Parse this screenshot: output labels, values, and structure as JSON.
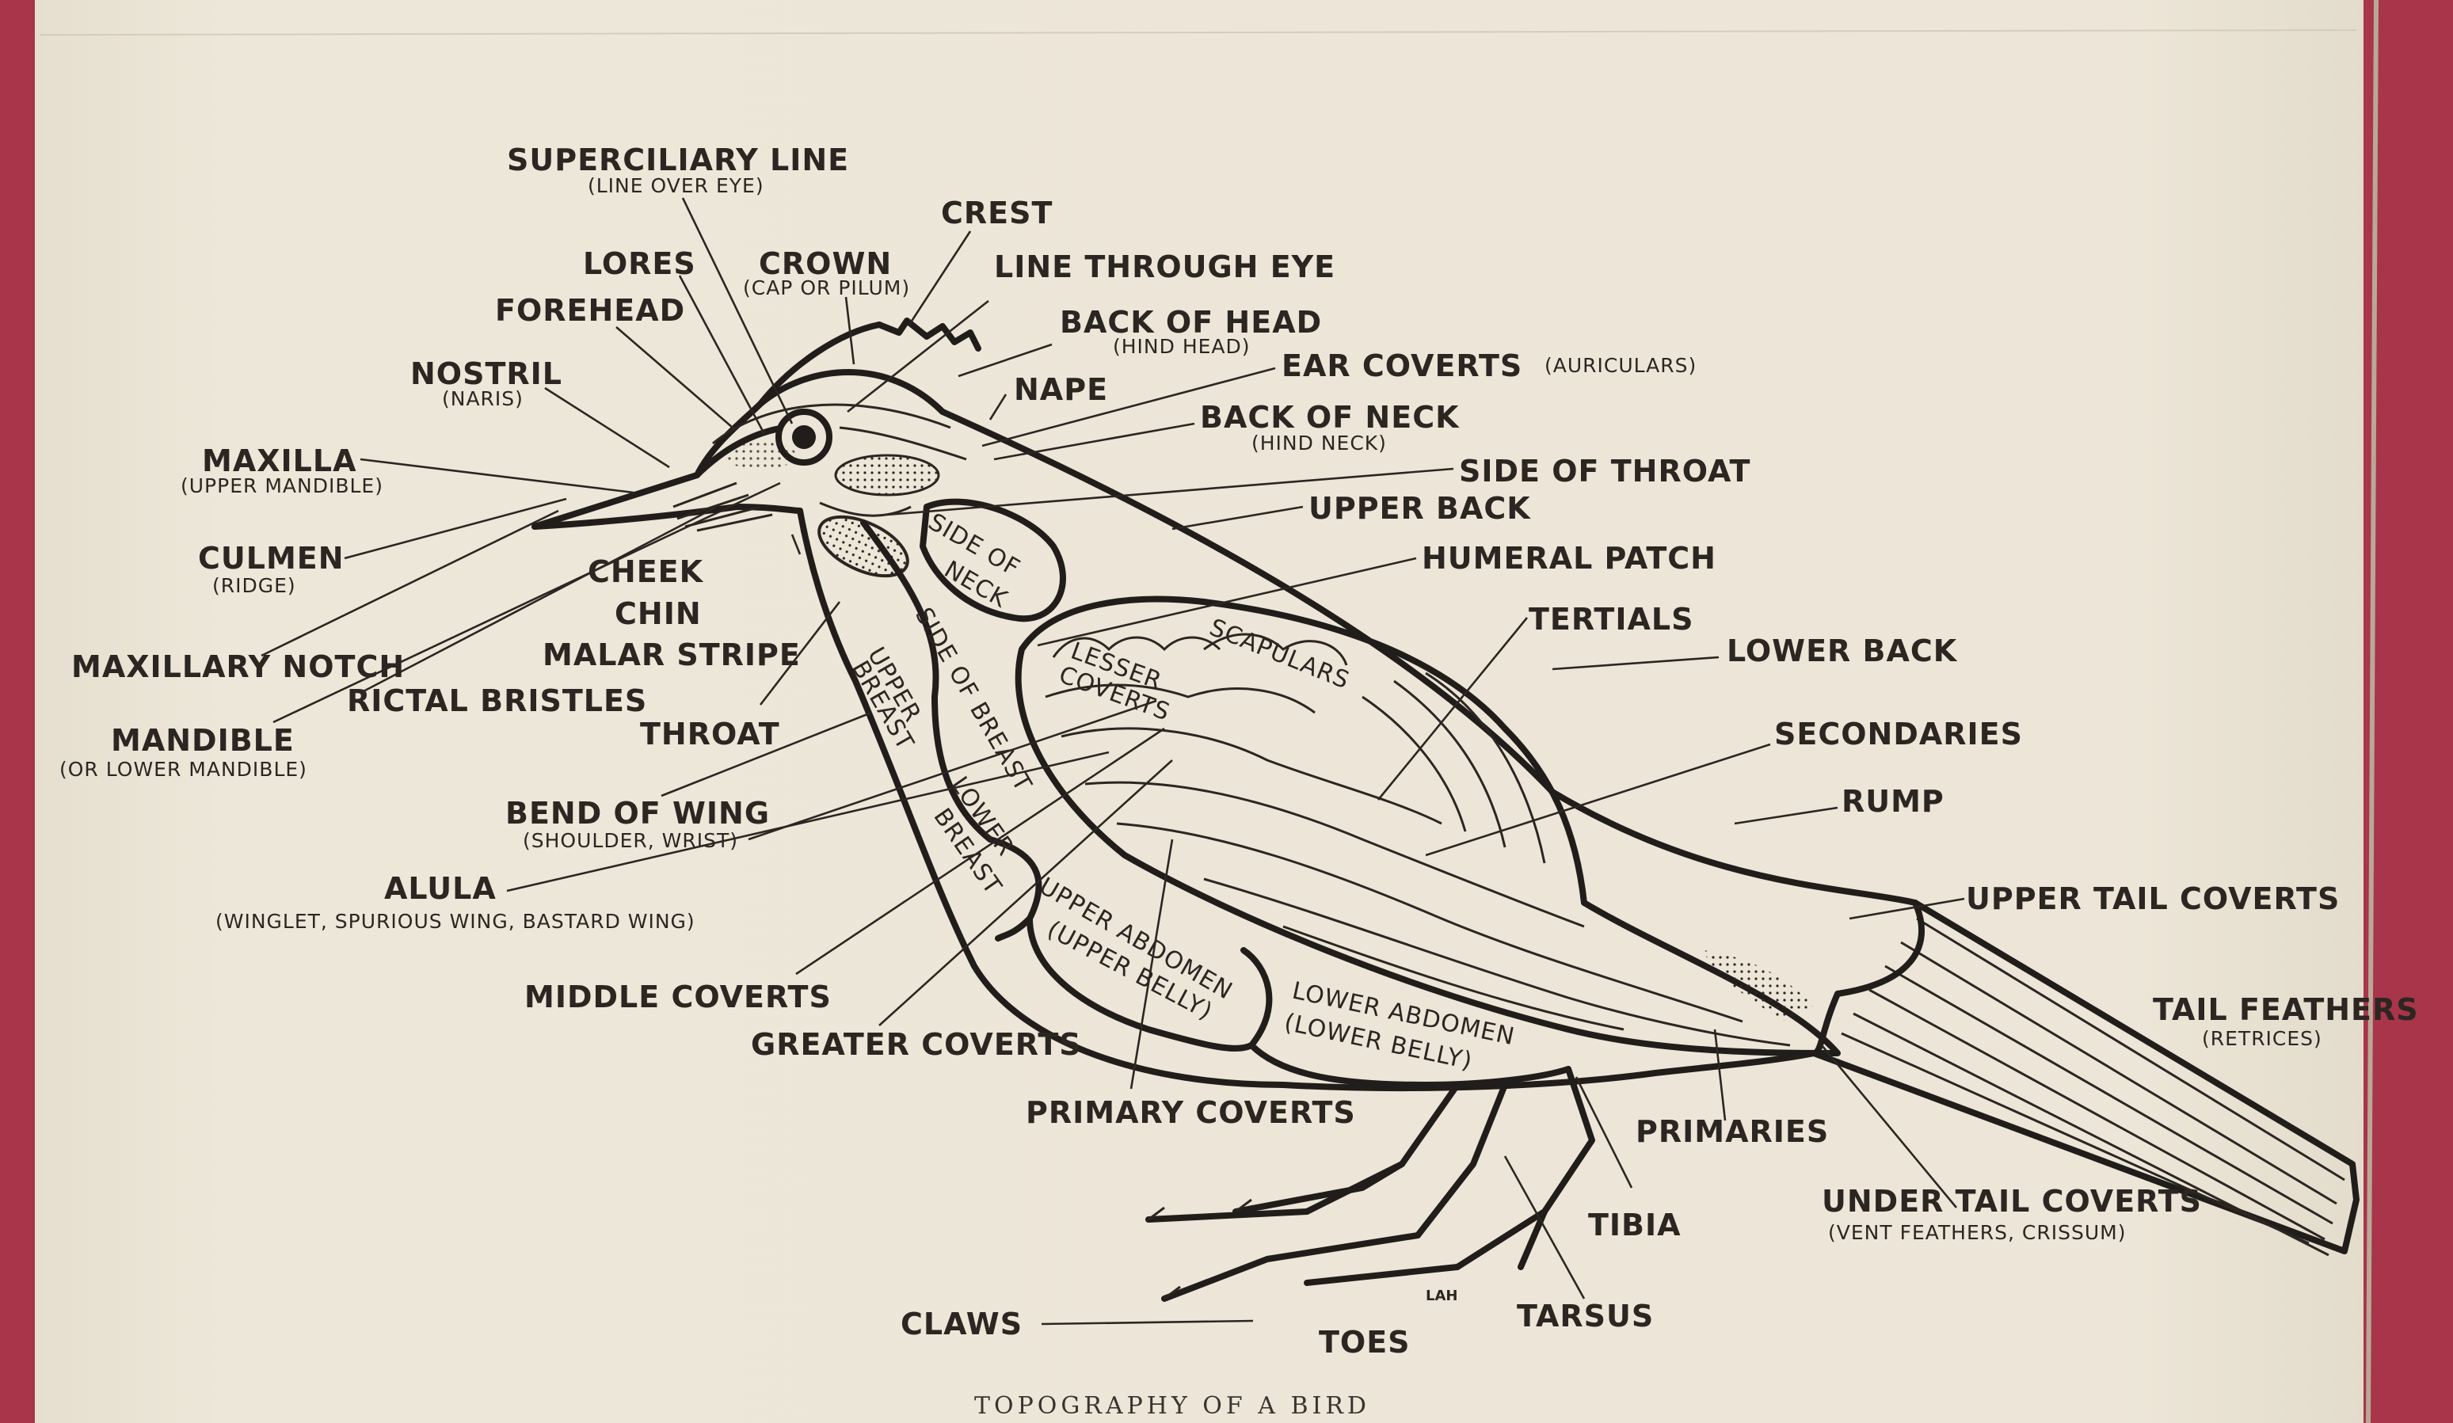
{
  "caption": "TOPOGRAPHY OF A BIRD",
  "signature": "LAH",
  "labels": {
    "superciliary_line": "SUPERCILIARY LINE",
    "superciliary_line_note": "(LINE OVER EYE)",
    "crest": "CREST",
    "lores": "LORES",
    "crown": "CROWN",
    "crown_note": "(CAP OR PILUM)",
    "line_through_eye": "LINE THROUGH EYE",
    "forehead": "FOREHEAD",
    "back_of_head": "BACK OF HEAD",
    "back_of_head_note": "(HIND HEAD)",
    "nostril": "NOSTRIL",
    "nostril_note": "(NARIS)",
    "ear_coverts": "EAR COVERTS",
    "ear_coverts_note": "(AURICULARS)",
    "nape": "NAPE",
    "back_of_neck": "BACK OF NECK",
    "back_of_neck_note": "(HIND NECK)",
    "maxilla": "MAXILLA",
    "maxilla_note": "(UPPER MANDIBLE)",
    "side_of_throat": "SIDE OF THROAT",
    "upper_back": "UPPER BACK",
    "culmen": "CULMEN",
    "culmen_note": "(RIDGE)",
    "cheek": "CHEEK",
    "humeral_patch": "HUMERAL PATCH",
    "chin": "CHIN",
    "tertials": "TERTIALS",
    "lower_back": "LOWER BACK",
    "maxillary_notch": "MAXILLARY NOTCH",
    "malar_stripe": "MALAR STRIPE",
    "rictal_bristles": "RICTAL BRISTLES",
    "mandible": "MANDIBLE",
    "mandible_note": "(OR LOWER MANDIBLE)",
    "throat": "THROAT",
    "secondaries": "SECONDARIES",
    "rump": "RUMP",
    "bend_of_wing": "BEND OF WING",
    "bend_of_wing_note": "(SHOULDER, WRIST)",
    "alula": "ALULA",
    "alula_note": "(WINGLET, SPURIOUS WING, BASTARD WING)",
    "upper_tail_coverts": "UPPER TAIL COVERTS",
    "middle_coverts": "MIDDLE COVERTS",
    "tail_feathers": "TAIL FEATHERS",
    "tail_feathers_note": "(RETRICES)",
    "greater_coverts": "GREATER COVERTS",
    "primary_coverts": "PRIMARY COVERTS",
    "primaries": "PRIMARIES",
    "tibia": "TIBIA",
    "under_tail_coverts": "UNDER TAIL COVERTS",
    "under_tail_coverts_note": "(VENT FEATHERS, CRISSUM)",
    "claws": "CLAWS",
    "toes": "TOES",
    "tarsus": "TARSUS"
  },
  "regions": {
    "side_of_neck_1": "SIDE OF",
    "side_of_neck_2": "NECK",
    "side_of_breast": "SIDE OF BREAST",
    "upper_breast_1": "UPPER",
    "upper_breast_2": "BREAST",
    "lower_breast_1": "LOWER",
    "lower_breast_2": "BREAST",
    "lesser_coverts_1": "LESSER",
    "lesser_coverts_2": "COVERTS",
    "scapulars": "SCAPULARS",
    "upper_abdomen_1": "UPPER ABDOMEN",
    "upper_abdomen_2": "(UPPER BELLY)",
    "lower_abdomen_1": "LOWER ABDOMEN",
    "lower_abdomen_2": "(LOWER BELLY)"
  },
  "colors": {
    "paper": "#ede6d8",
    "ink": "#2b2622",
    "cover": "#a8354a"
  }
}
